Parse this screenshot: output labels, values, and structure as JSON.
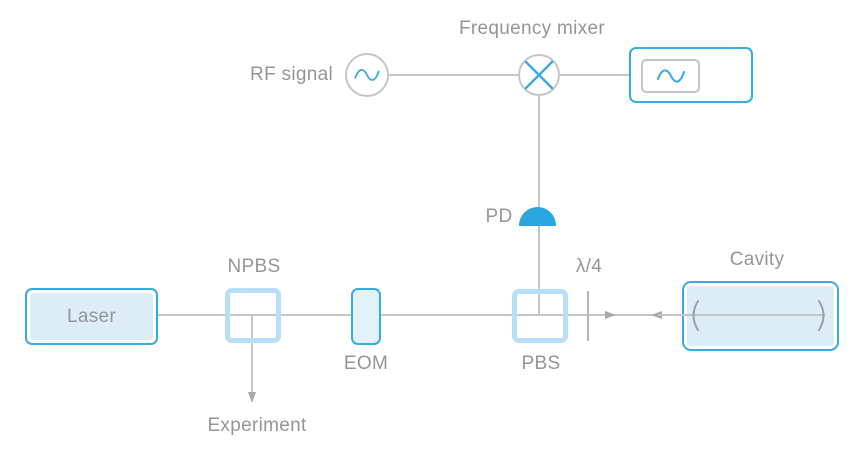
{
  "labels": {
    "frequency_mixer": "Frequency mixer",
    "rf_signal": "RF signal",
    "pd": "PD",
    "quarter_waveplate": "λ/4",
    "cavity": "Cavity",
    "npbs": "NPBS",
    "eom": "EOM",
    "pbs": "PBS",
    "experiment": "Experiment",
    "laser": "Laser"
  },
  "icons": {
    "rf_source": "sine-wave",
    "mixer": "multiply-cross",
    "scope_screen": "sine-wave",
    "photodetector": "dome",
    "cavity_mirrors": "curved-mirror-pair",
    "beam_arrows": "direction-arrowheads"
  },
  "colors": {
    "accent_blue": "#35abe1",
    "icon_blue": "#3aa9e0",
    "pd_blue": "#2ba6df",
    "pale_blue": "#b6dff5",
    "fill_blue": "#dcedf8",
    "eom_fill": "#e3f1fb",
    "line_gray": "#c3c6c8",
    "arrow_gray": "#a5a9ab",
    "mirror_gray": "#9aa0a2",
    "wave_gray": "#b2b6b8",
    "text_gray": "#939698"
  }
}
